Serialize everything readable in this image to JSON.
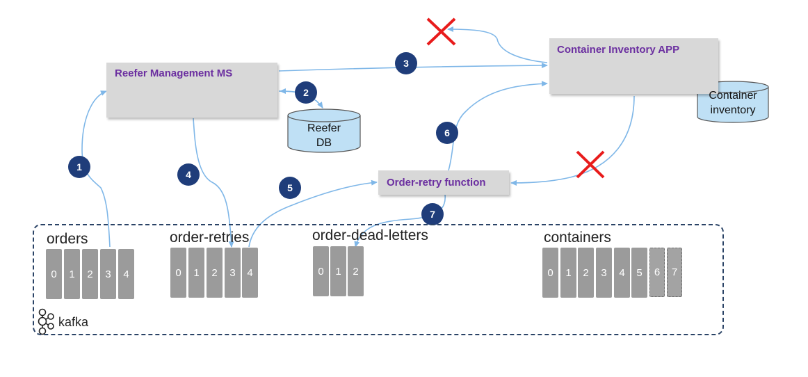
{
  "services": {
    "reefer_mgmt": "Reefer Management MS",
    "container_inventory_app": "Container Inventory APP",
    "order_retry_function": "Order-retry function"
  },
  "databases": {
    "reefer_db": [
      "Reefer",
      "DB"
    ],
    "container_inventory": [
      "Container",
      "inventory"
    ]
  },
  "steps": [
    "1",
    "2",
    "3",
    "4",
    "5",
    "6",
    "7"
  ],
  "kafka": {
    "label": "kafka",
    "topics": [
      {
        "name": "orders",
        "partitions": [
          "0",
          "1",
          "2",
          "3",
          "4"
        ]
      },
      {
        "name": "order-retries",
        "partitions": [
          "0",
          "1",
          "2",
          "3",
          "4"
        ]
      },
      {
        "name": "order-dead-letters",
        "partitions": [
          "0",
          "1",
          "2"
        ]
      },
      {
        "name": "containers",
        "partitions": [
          "0",
          "1",
          "2",
          "3",
          "4",
          "5",
          "6",
          "7"
        ]
      }
    ]
  },
  "colors": {
    "arrow": "#7fb7e8",
    "badge": "#1f3d7a",
    "title": "#6b2fa0",
    "db": "#bfe0f5",
    "error_cross": "#e81b1b"
  }
}
